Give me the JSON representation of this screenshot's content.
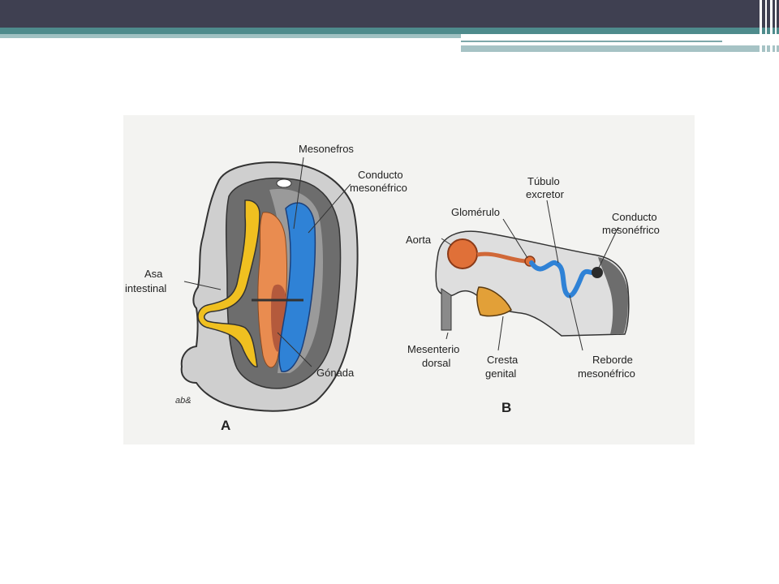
{
  "panel_a": {
    "letter": "A",
    "labels": {
      "mesonefros": "Mesonefros",
      "conducto_line1": "Conducto",
      "conducto_line2": "mesonéfrico",
      "asa_line1": "Asa",
      "asa_line2": "intestinal",
      "gonada": "Gónada"
    },
    "signature": "ab&"
  },
  "panel_b": {
    "letter": "B",
    "labels": {
      "tubulo_line1": "Túbulo",
      "tubulo_line2": "excretor",
      "glomerulo": "Glomérulo",
      "conducto_line1": "Conducto",
      "conducto_line2": "mesonéfrico",
      "aorta": "Aorta",
      "mesenterio_line1": "Mesenterio",
      "mesenterio_line2": "dorsal",
      "cresta_line1": "Cresta",
      "cresta_line2": "genital",
      "reborde_line1": "Reborde",
      "reborde_line2": "mesonéfrico"
    }
  },
  "colors": {
    "header_bar": "#3f4051",
    "accent_teal": "#4e8b8c",
    "figure_bg": "#f3f3f1",
    "mesonephric_duct_blue": "#2f82d6",
    "gut_yellow": "#f0c020",
    "mesonephros_orange": "#e98c50",
    "gonad_red": "#b45a3c"
  }
}
